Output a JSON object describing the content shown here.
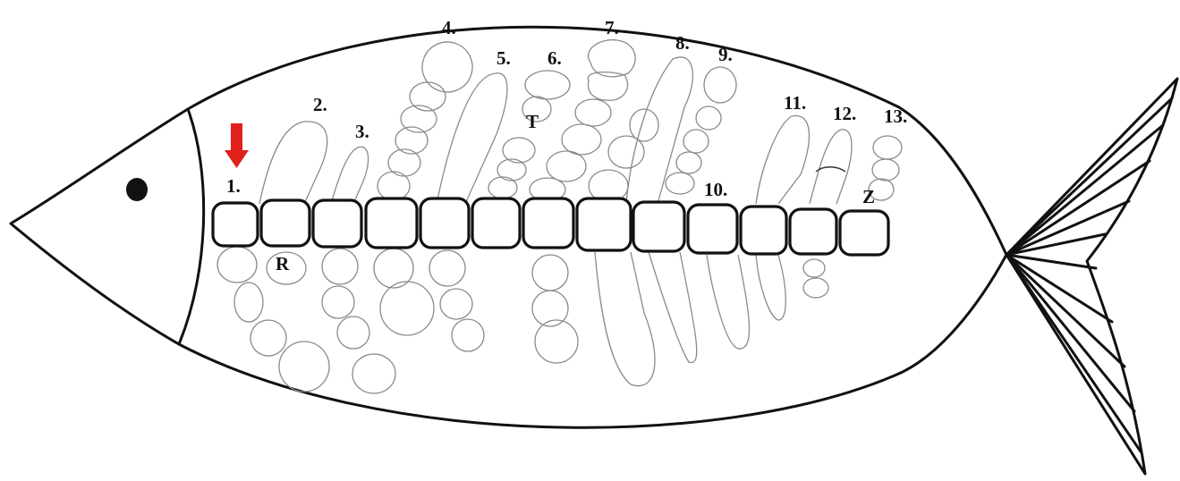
{
  "labels": {
    "col1": "1.",
    "col2": "2.",
    "col3": "3.",
    "col4": "4.",
    "col5": "5.",
    "col6": "6.",
    "col7": "7.",
    "col8": "8.",
    "col9": "9.",
    "col10": "10.",
    "col11": "11.",
    "col12": "12.",
    "col13": "13.",
    "r": "R",
    "t": "T",
    "z": "Z"
  },
  "vertebra_count": 13,
  "colors": {
    "arrow": "#e0201b",
    "ink": "#111111",
    "pencil": "#8a8a8a",
    "background": "#ffffff"
  },
  "icons": {
    "pointer": "red-down-arrow-icon",
    "eye": "eye-icon"
  }
}
